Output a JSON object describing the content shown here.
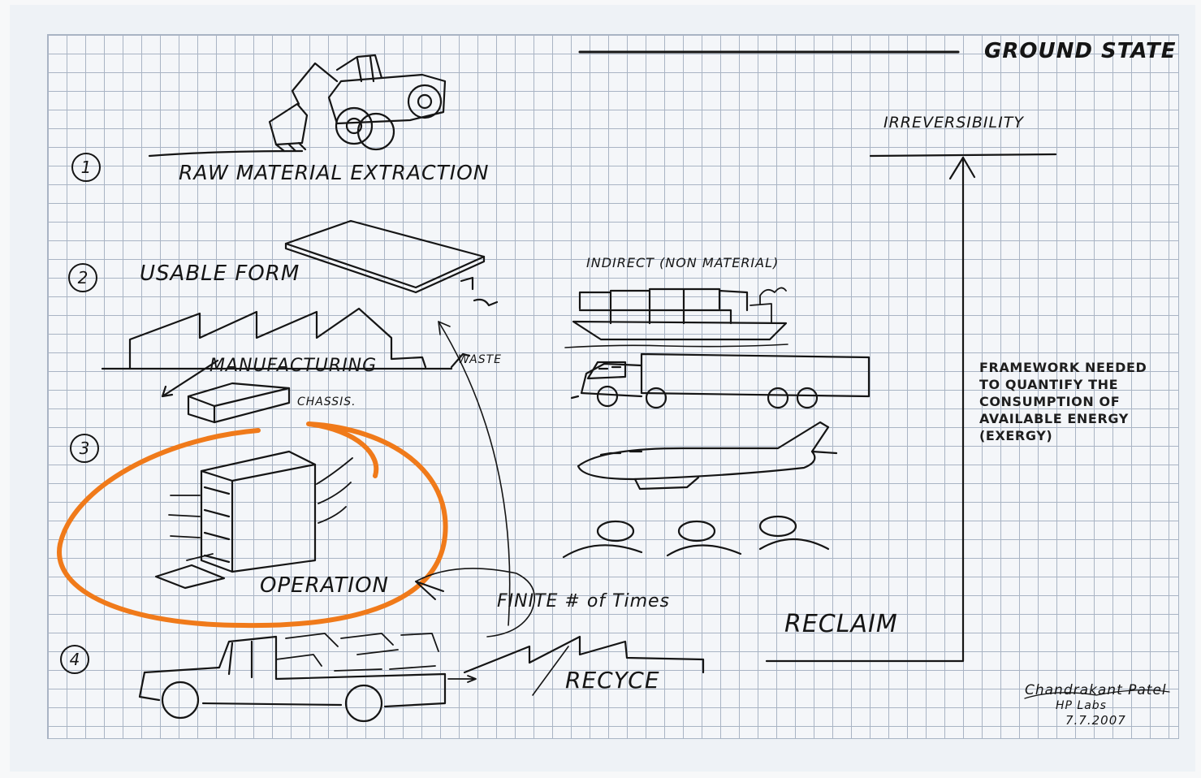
{
  "title": "GROUND STATE",
  "stages": [
    {
      "number": "1",
      "label": "RAW MATERIAL EXTRACTION"
    },
    {
      "number": "2",
      "label": "USABLE FORM"
    },
    {
      "number": "3",
      "label": "OPERATION"
    },
    {
      "number": "4",
      "label": "RECYCE"
    }
  ],
  "labels": {
    "manufacturing": "MANUFACTURING",
    "waste": "WASTE",
    "chassis": "CHASSIS.",
    "indirect": "INDIRECT (NON MATERIAL)",
    "irreversibility": "IRREVERSIBILITY",
    "finite_times": "FINITE # of Times",
    "reclaim": "RECLAIM",
    "framework_lines": [
      "FRAMEWORK NEEDED",
      "TO QUANTIFY THE",
      "CONSUMPTION OF",
      "AVAILABLE ENERGY",
      "(EXERGY)"
    ]
  },
  "signature": {
    "name": "Chandrakant Patel",
    "org": "HP Labs",
    "date": "7.7.2007"
  },
  "colors": {
    "ink": "#151515",
    "highlight": "#f07a1a",
    "grid": "#a9b4c4"
  }
}
